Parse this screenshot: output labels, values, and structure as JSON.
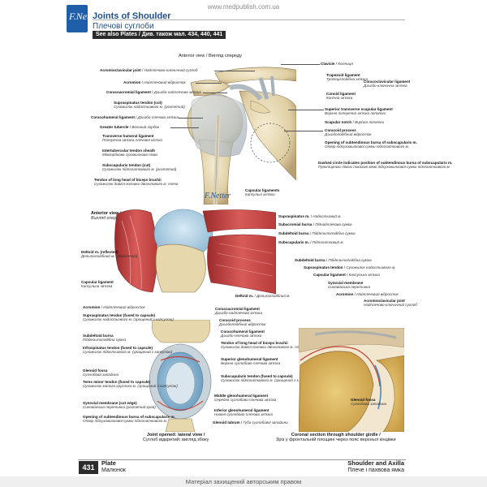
{
  "header": {
    "url": "www.medpublish.com.ua",
    "logo_text": "F.Netter",
    "title_en": "Joints of Shoulder",
    "title_ua": "Плечові суглоби",
    "see_also": "See also Plates / Див. також мал. 434, 440, 441"
  },
  "anterior": {
    "caption": "Anterior view / Вигляд спереду",
    "left_labels": [
      {
        "en": "Acromioclavicular joint",
        "ua": "Надплечово-ключичний суглоб"
      },
      {
        "en": "Acromion",
        "ua": "Надплечовий відросток"
      },
      {
        "en": "Coracoacromial ligament",
        "ua": "Дзьобо-надплечова зв'язка"
      },
      {
        "en": "Supraspinatus tendon (cut)",
        "ua": "Сухожилок надостьового м. (розтятий)"
      },
      {
        "en": "Coracohumeral ligament",
        "ua": "Дзьобо-плечова зв'язка"
      },
      {
        "en": "Greater tubercle",
        "ua": "Великий горбок"
      },
      {
        "en": "Transverse humeral ligament",
        "ua": "Поперечна зв'язка плечової кістки"
      },
      {
        "en": "Intertubercular tendon sheath",
        "ua": "Міжгорбкова сухожилкова піхва"
      },
      {
        "en": "Subscapularis tendon (cut)",
        "ua": "Сухожилок підлопаткового м. (розтятий)"
      },
      {
        "en": "Tendon of long head of biceps brachii",
        "ua": "Сухожилок довгої головки двоголового м. плеча"
      }
    ],
    "right_labels": [
      {
        "en": "Clavicle",
        "ua": "Ключиця"
      },
      {
        "en": "Trapezoid ligament",
        "ua": "Трапецієподібна зв'язка"
      },
      {
        "en": "Conoid ligament",
        "ua": "Конічна зв'язка"
      },
      {
        "en": "Superior transverse scapular ligament",
        "ua": "Верхня поперечна зв'язка лопатки"
      },
      {
        "en": "Scapular notch",
        "ua": "Вирізка лопатки"
      },
      {
        "en": "Coracoid process",
        "ua": "Дзьобоподібний відросток"
      },
      {
        "en": "Opening of subtendinous bursa of subscapularis m.",
        "ua": "Отвір підсухожилкової сумки підлопаткового м."
      },
      {
        "en": "Dashed circle indicates position of subtendinous bursa of subscapularis m.",
        "ua": "Пунктирною лінією показані межі підсухожилкової сумки підлопаткового м."
      }
    ],
    "coraco_group": {
      "en": "Coracoclavicular ligament",
      "ua": "Дзьобо-ключична зв'язка"
    },
    "capsular": {
      "en": "Capsular ligaments",
      "ua": "Капсульні зв'язки"
    }
  },
  "middle": {
    "caption_en": "Anterior view",
    "caption_ua": "Вигляд спереду",
    "right_labels": [
      {
        "en": "Supraspinatus m.",
        "ua": "Надостьовий м."
      },
      {
        "en": "Subacromial bursa",
        "ua": "Піднадплечова сумка"
      },
      {
        "en": "Subdeltoid bursa",
        "ua": "Піддельтоподібна сумка"
      },
      {
        "en": "Subscapularis m.",
        "ua": "Підлопатковий м."
      }
    ],
    "left_labels": [
      {
        "en": "Deltoid m. (reflected)",
        "ua": "Дельтоподібний м. (відведений)"
      },
      {
        "en": "Capsular ligament",
        "ua": "Капсульна зв'язка"
      }
    ],
    "deltoid_label": {
      "en": "Deltoid m.",
      "ua": "Дельтоподібний м."
    }
  },
  "lateral": {
    "caption_en": "Joint opened: lateral view",
    "caption_ua": "Суглоб відкритий: вигляд збоку",
    "left_labels": [
      {
        "en": "Acromion",
        "ua": "Надплечовий відросток"
      },
      {
        "en": "Supraspinatus tendon (fused to capsule)",
        "ua": "Сухожилок надостьового м. (зрощений з капсулою)"
      },
      {
        "en": "Subdeltoid bursa",
        "ua": "Піддельтоподібна сумка"
      },
      {
        "en": "Infraspinatus tendon (fused to capsule)",
        "ua": "Сухожилок підостьового м. (зрощений з капсулою)"
      },
      {
        "en": "Glenoid fossa",
        "ua": "Суглобова западина"
      },
      {
        "en": "Teres minor tendon (fused to capsule)",
        "ua": "Сухожилок малого круглого м. (зрощений з капсулою)"
      },
      {
        "en": "Synovial membrane (cut edge)",
        "ua": "Синовіальна перетинка (розтятий край)"
      },
      {
        "en": "Opening of subtendinous bursa of subscapularis m.",
        "ua": "Отвір підсухожилкової сумки підлопаткового м."
      }
    ],
    "right_labels": [
      {
        "en": "Coracoacromial ligament",
        "ua": "Дзьобо-надплечова зв'язка"
      },
      {
        "en": "Coracoid process",
        "ua": "Дзьобоподібний відросток"
      },
      {
        "en": "Coracohumeral ligament",
        "ua": "Дзьобо-плечова зв'язка"
      },
      {
        "en": "Tendon of long head of biceps brachii",
        "ua": "Сухожилок довгої головки двоголового м. плеча"
      },
      {
        "en": "Superior glenohumeral ligament",
        "ua": "Верхня суглобово-плечова зв'язка"
      },
      {
        "en": "Subscapularis tendon (fused to capsule)",
        "ua": "Сухожилок підлопаткового м. (зрощений з капсулою)"
      },
      {
        "en": "Middle glenohumeral ligament",
        "ua": "Середня суглобово-плечова зв'язка"
      },
      {
        "en": "Inferior glenohumeral ligament",
        "ua": "Нижня суглобово-плечова зв'язка"
      },
      {
        "en": "Glenoid labrum",
        "ua": "Губа суглобової западини"
      }
    ]
  },
  "coronal": {
    "caption_en": "Coronal section through shoulder girdle",
    "caption_ua": "Зріз у фронтальній площині через пояс верхньої кінцівки",
    "labels": [
      {
        "en": "Subdeltoid bursa",
        "ua": "Піддельтоподібна сумка"
      },
      {
        "en": "Supraspinatus tendon",
        "ua": "Сухожилок надостьового м."
      },
      {
        "en": "Capsular ligament",
        "ua": "Капсульна зв'язка"
      },
      {
        "en": "Synovial membrane",
        "ua": "Синовіальна перетинка"
      },
      {
        "en": "Acromion",
        "ua": "Надплечовий відросток"
      },
      {
        "en": "Acromioclavicular joint",
        "ua": "Надплечово-ключичний суглоб"
      },
      {
        "en": "Glenoid fossa",
        "ua": "Суглобова западина"
      }
    ]
  },
  "footer": {
    "page_number": "431",
    "plate_en": "Plate",
    "plate_ua": "Малюнок",
    "section_en": "Shoulder and Axilla",
    "section_ua": "Плече і пахвова ямка",
    "copyright": "Матеріал захищений авторським правом"
  }
}
